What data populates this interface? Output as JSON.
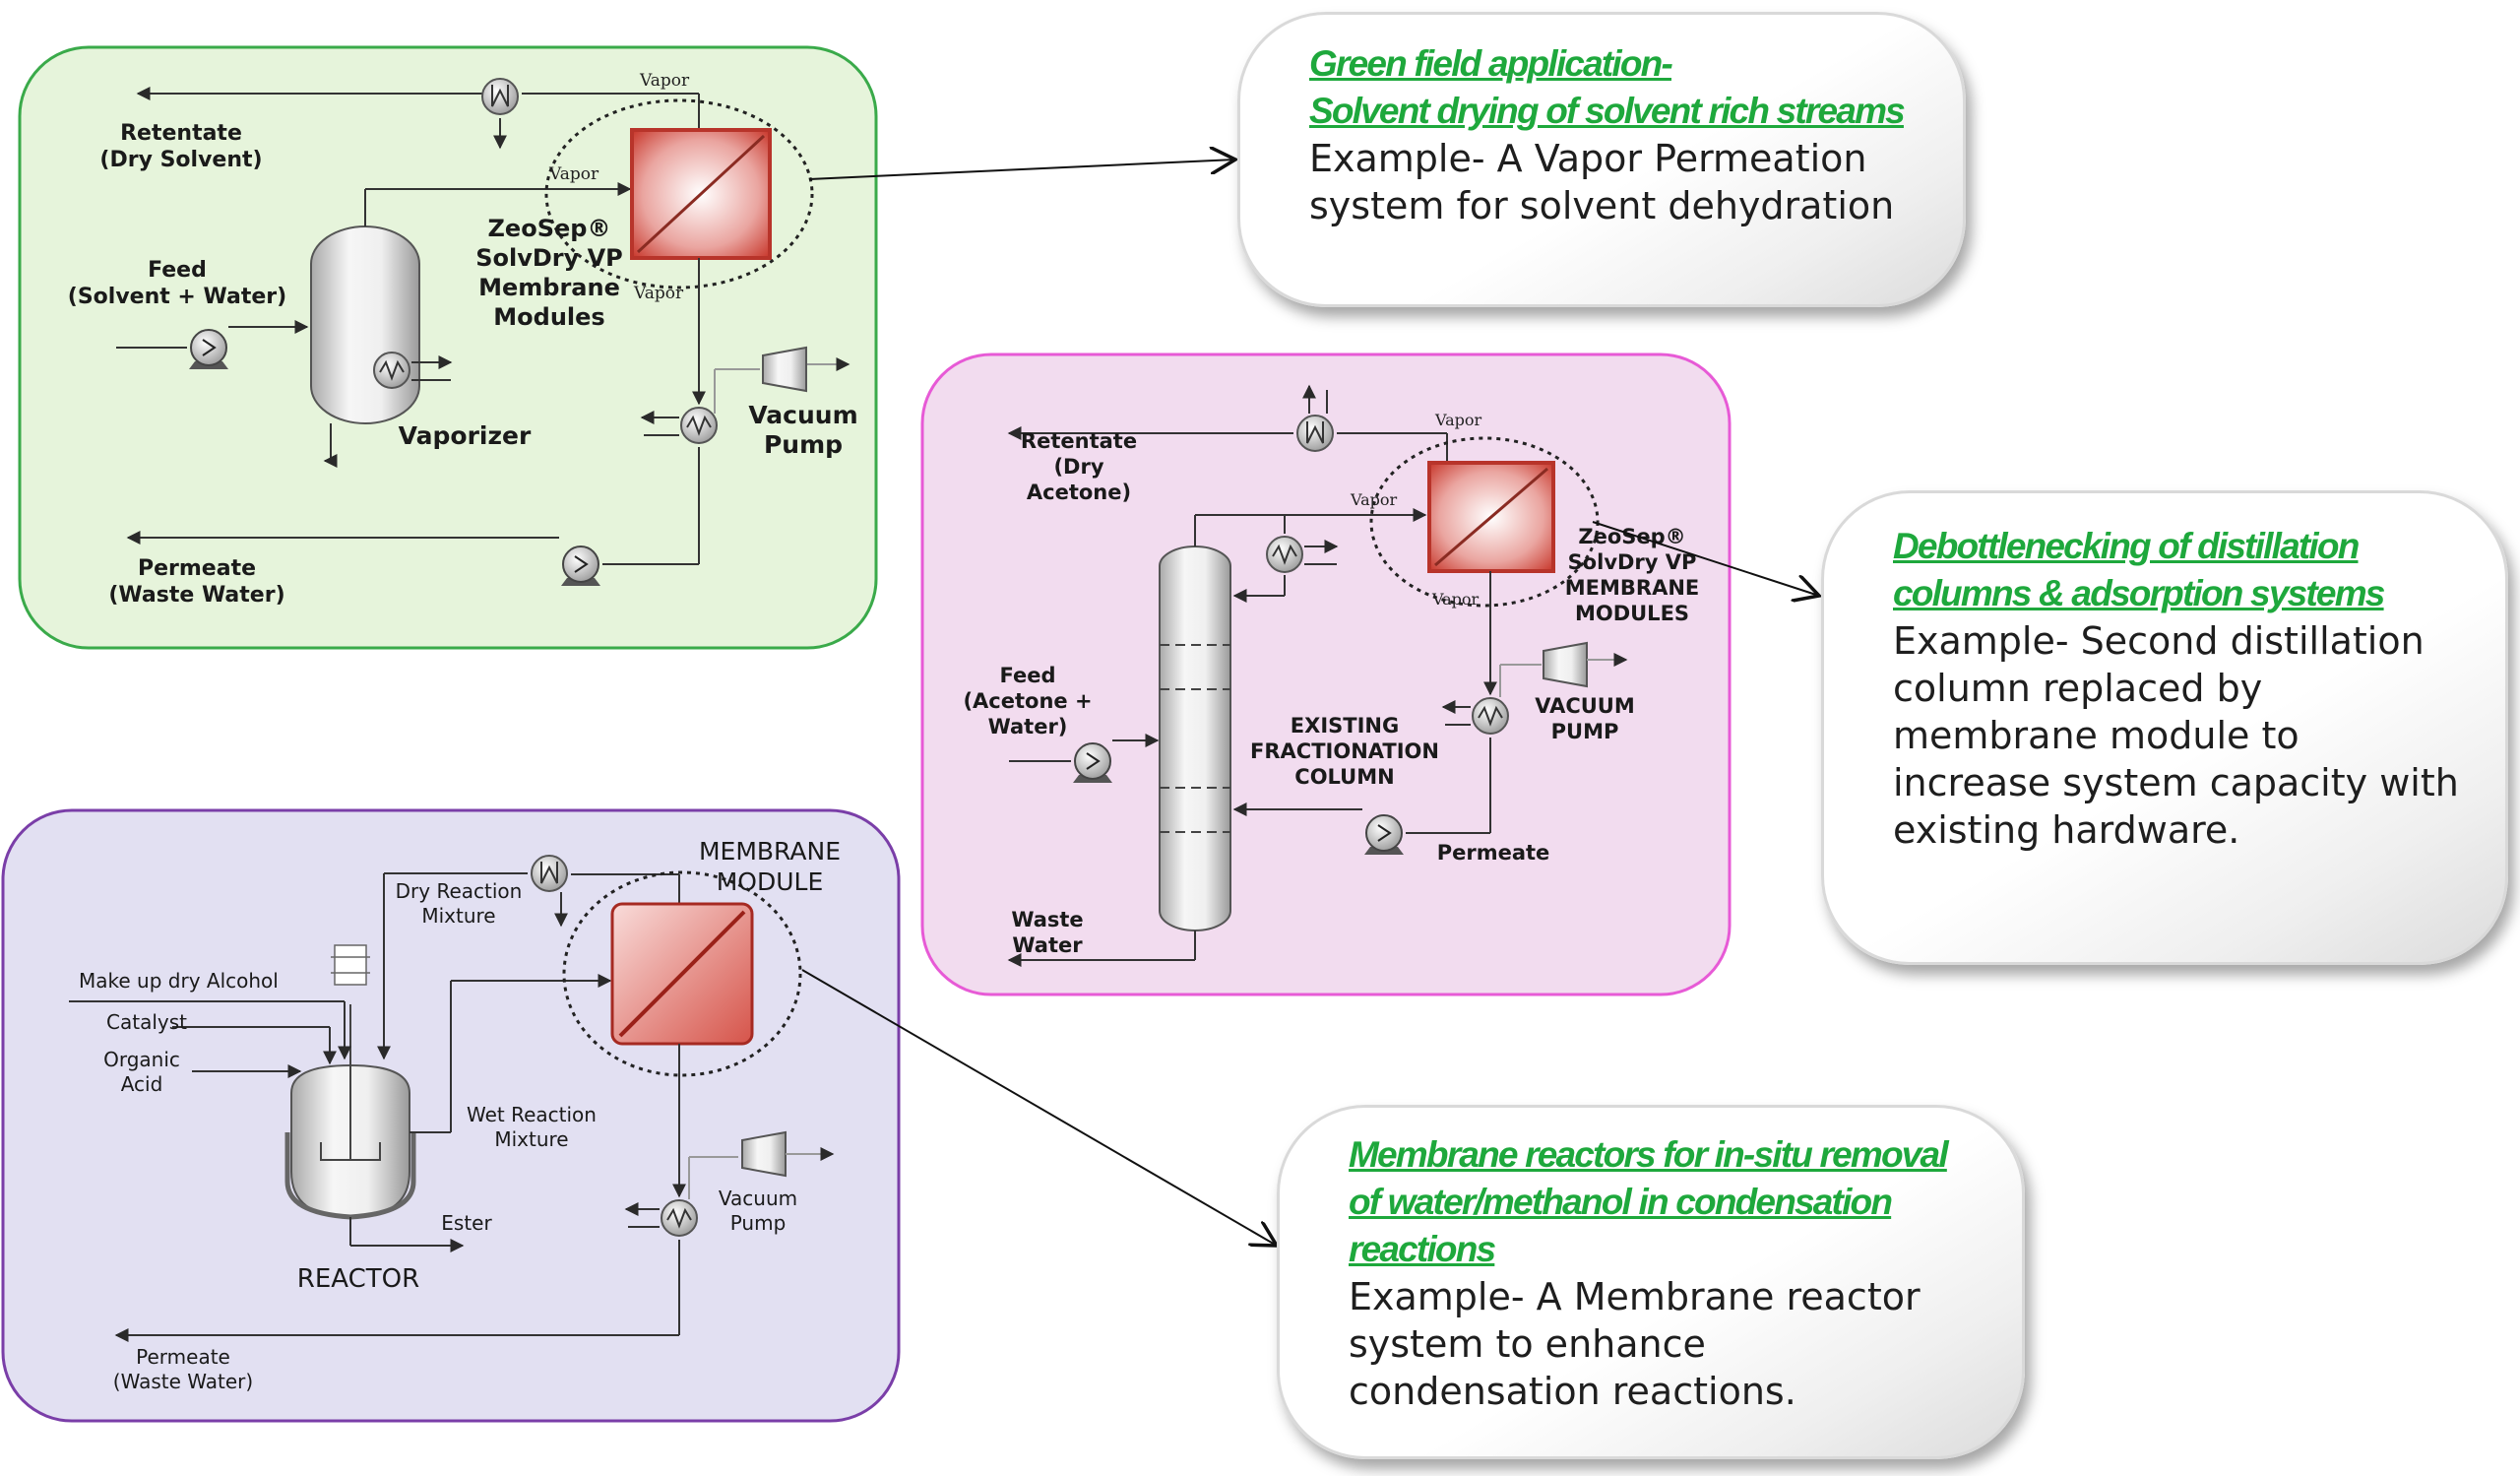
{
  "panel1": {
    "retentate": [
      "Retentate",
      "(Dry Solvent)"
    ],
    "feed": [
      "Feed",
      "(Solvent + Water)"
    ],
    "vapor_top": "Vapor",
    "vapor_mid": "Vapor",
    "vapor_bot": "Vapor",
    "module": [
      "ZeoSep®",
      "SolvDry VP",
      "Membrane",
      "Modules"
    ],
    "vaporizer": "Vaporizer",
    "vacuum_pump": [
      "Vacuum",
      "Pump"
    ],
    "permeate": [
      "Permeate",
      "(Waste Water)"
    ]
  },
  "panel2": {
    "retentate": [
      "Retentate",
      "(Dry",
      "Acetone)"
    ],
    "vapor_top": "Vapor",
    "vapor_mid": "Vapor",
    "vapor_bot": "Vapor",
    "module": [
      "ZeoSep®",
      "SolvDry VP",
      "MEMBRANE",
      "MODULES"
    ],
    "feed": [
      "Feed",
      "(Acetone +",
      "Water)"
    ],
    "column": [
      "EXISTING",
      "FRACTIONATION",
      "COLUMN"
    ],
    "vacuum_pump": [
      "VACUUM",
      "PUMP"
    ],
    "permeate": "Permeate",
    "waste": [
      "Waste",
      "Water"
    ]
  },
  "panel3": {
    "module": [
      "MEMBRANE",
      "MODULE"
    ],
    "dry_mix": [
      "Dry Reaction",
      "Mixture"
    ],
    "alcohol": "Make up dry Alcohol",
    "catalyst": "Catalyst",
    "acid": [
      "Organic",
      "Acid"
    ],
    "wet_mix": [
      "Wet Reaction",
      "Mixture"
    ],
    "ester": "Ester",
    "reactor": "REACTOR",
    "vacuum_pump": [
      "Vacuum",
      "Pump"
    ],
    "permeate": [
      "Permeate",
      "(Waste Water)"
    ]
  },
  "callout1": {
    "title": [
      "Green field application-",
      "Solvent drying of solvent rich streams"
    ],
    "body": [
      "Example- A Vapor Permeation",
      "system for solvent dehydration"
    ]
  },
  "callout2": {
    "title": [
      "Debottlenecking of distillation",
      "columns & adsorption systems"
    ],
    "body": [
      "Example- Second distillation",
      "column replaced by",
      "membrane module to",
      "increase system capacity with",
      "existing hardware."
    ]
  },
  "callout3": {
    "title": [
      "Membrane reactors for in-situ removal",
      "of water/methanol  in condensation",
      "reactions"
    ],
    "body": [
      "Example- A Membrane reactor",
      "system to enhance",
      "condensation reactions."
    ]
  },
  "colors": {
    "panel1_fill": "#e6f4db",
    "panel1_border": "#3aaa4a",
    "panel2_fill": "#f2dcef",
    "panel2_border": "#e75ad6",
    "panel3_fill": "#e2e0f2",
    "panel3_border": "#7a3ea8",
    "title_green": "#1ea83c",
    "membrane_red": "#c8372b"
  }
}
